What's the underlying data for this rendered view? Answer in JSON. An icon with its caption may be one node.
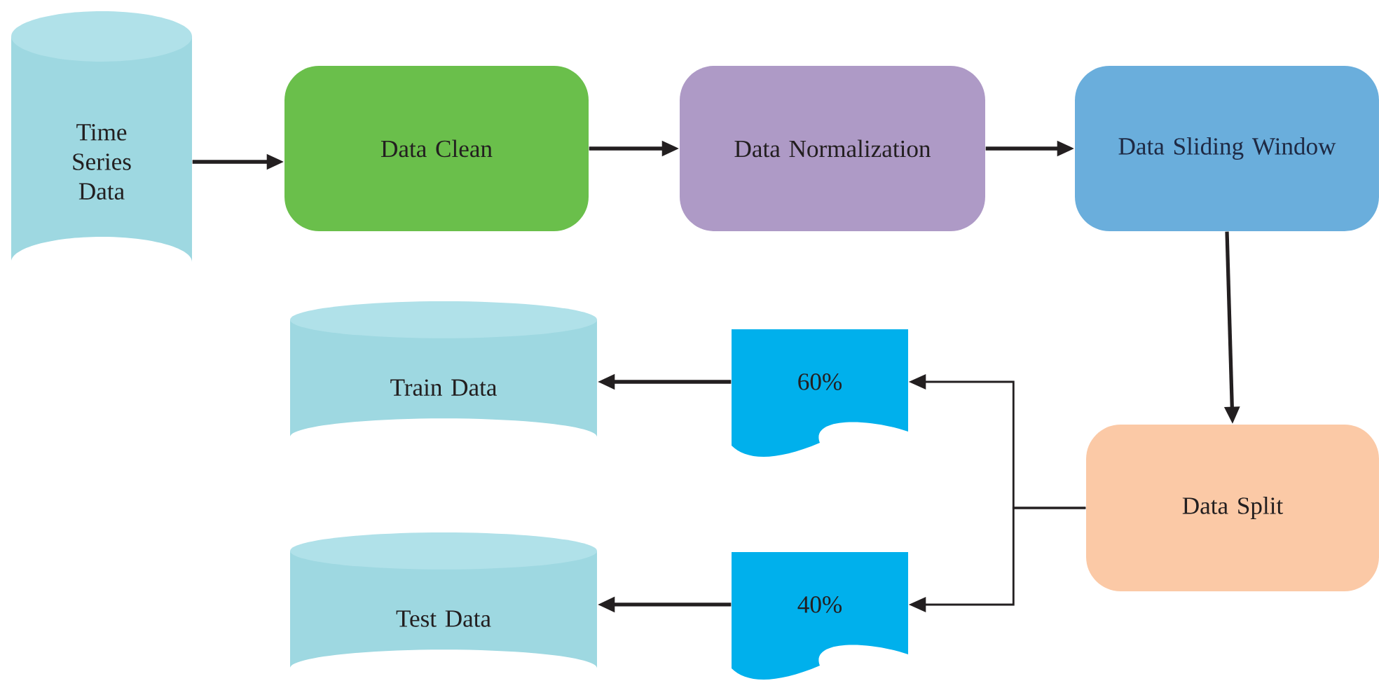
{
  "diagram": {
    "nodes": [
      {
        "text": [
          "Time Series Data"
        ]
      },
      {
        "text": [
          "Data Clean"
        ]
      },
      {
        "text": [
          "Data Normalization"
        ]
      },
      {
        "text": [
          "Data Sliding Window"
        ]
      },
      {
        "text": [
          "Data Split"
        ]
      },
      {
        "text": [
          "60%"
        ]
      },
      {
        "text": [
          "40%"
        ]
      },
      {
        "text": [
          "Train Data"
        ]
      },
      {
        "text": [
          "Test Data"
        ]
      }
    ],
    "edges": [
      {
        "from": 0,
        "to": 1,
        "arrow": "to"
      },
      {
        "from": 1,
        "to": 2,
        "arrow": "to"
      },
      {
        "from": 2,
        "to": 3,
        "arrow": "to"
      },
      {
        "from": 3,
        "to": 4,
        "arrow": "to"
      },
      {
        "from": 4,
        "to": 5,
        "arrow": "to"
      },
      {
        "from": 4,
        "to": 6,
        "arrow": "to"
      },
      {
        "from": 5,
        "to": 7,
        "arrow": "to"
      },
      {
        "from": 6,
        "to": 8,
        "arrow": "to"
      }
    ]
  }
}
